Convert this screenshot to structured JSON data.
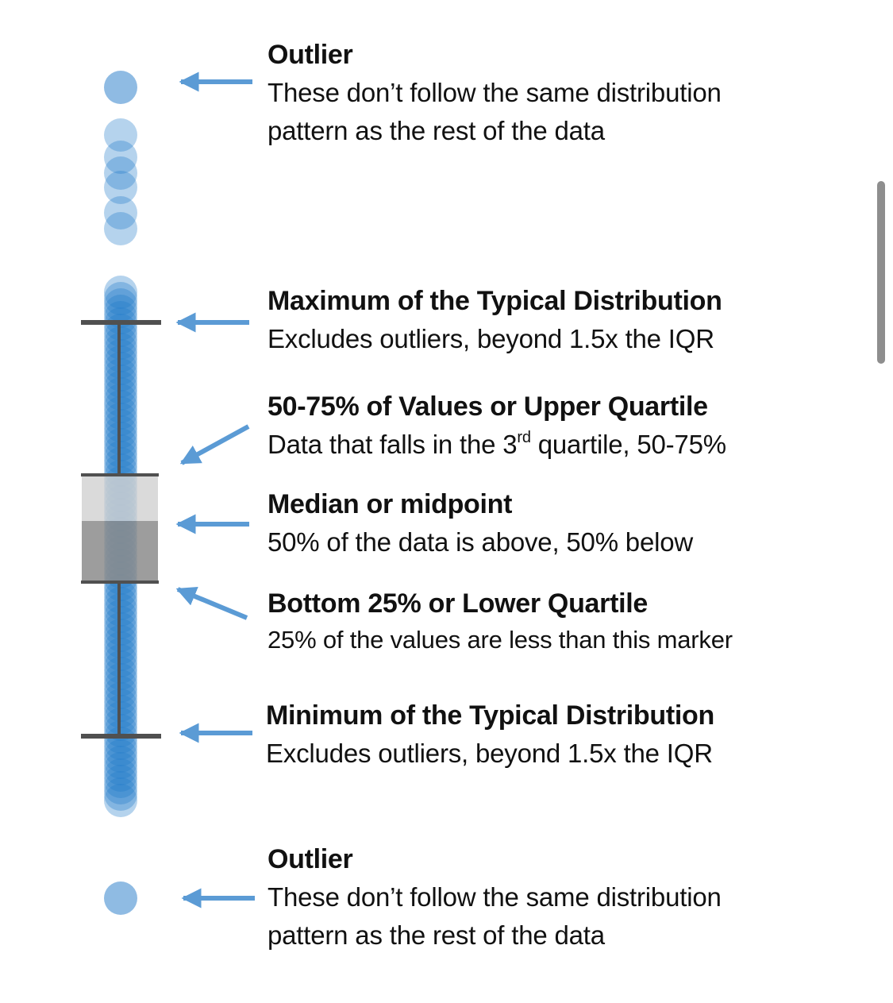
{
  "colors": {
    "dot": "#1f78c8",
    "arrow": "#5b9bd5",
    "whisker": "#505050",
    "upper_box": "#d2d2d2",
    "lower_box": "#8c8c8c",
    "scrollbar": "#8e8e8e"
  },
  "annotations": {
    "outlier_top": {
      "title": "Outlier",
      "line1": "These don’t follow the same distribution",
      "line2": "pattern as the rest of the data"
    },
    "maximum": {
      "title": "Maximum of the Typical Distribution",
      "desc": "Excludes outliers, beyond 1.5x the IQR"
    },
    "upper_quartile": {
      "title": "50-75% of Values or Upper Quartile",
      "desc_before": "Data that falls in the 3",
      "desc_sup": "rd",
      "desc_after": " quartile, 50-75%"
    },
    "median": {
      "title": "Median or midpoint",
      "desc": "50% of the data is above, 50% below"
    },
    "lower_quartile": {
      "title": "Bottom 25% or Lower Quartile",
      "desc": "25% of the values are less than this marker"
    },
    "minimum": {
      "title": "Minimum of the Typical Distribution",
      "desc": "Excludes outliers, beyond 1.5x the IQR"
    },
    "outlier_bottom": {
      "title": "Outlier",
      "line1": "These don’t follow the same distribution",
      "line2": "pattern as the rest of the data"
    }
  }
}
